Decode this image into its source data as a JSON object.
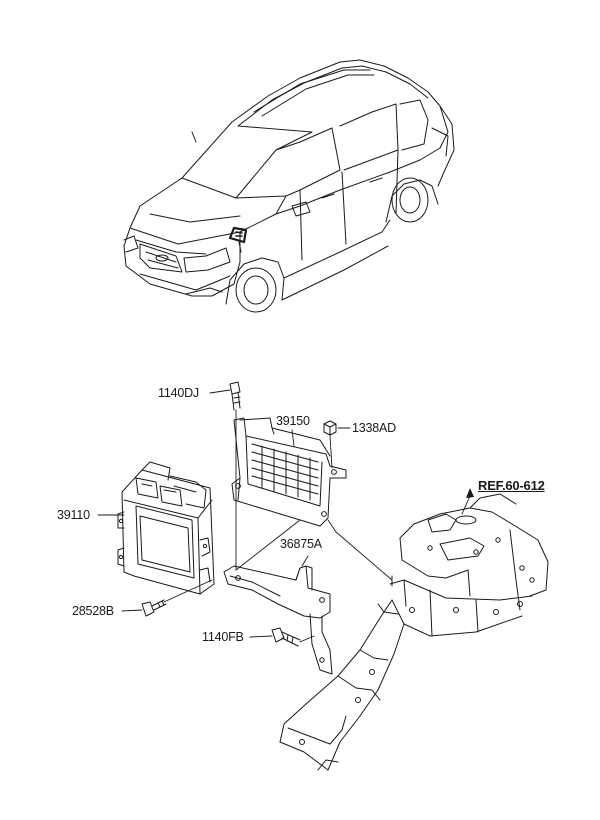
{
  "labels": {
    "p1140DJ": "1140DJ",
    "p39150": "39150",
    "p1338AD": "1338AD",
    "pRef": "REF.60-612",
    "p39110": "39110",
    "p36875A": "36875A",
    "p28528B": "28528B",
    "p1140FB": "1140FB"
  },
  "colors": {
    "line": "#1a1a1a",
    "background": "#ffffff"
  }
}
